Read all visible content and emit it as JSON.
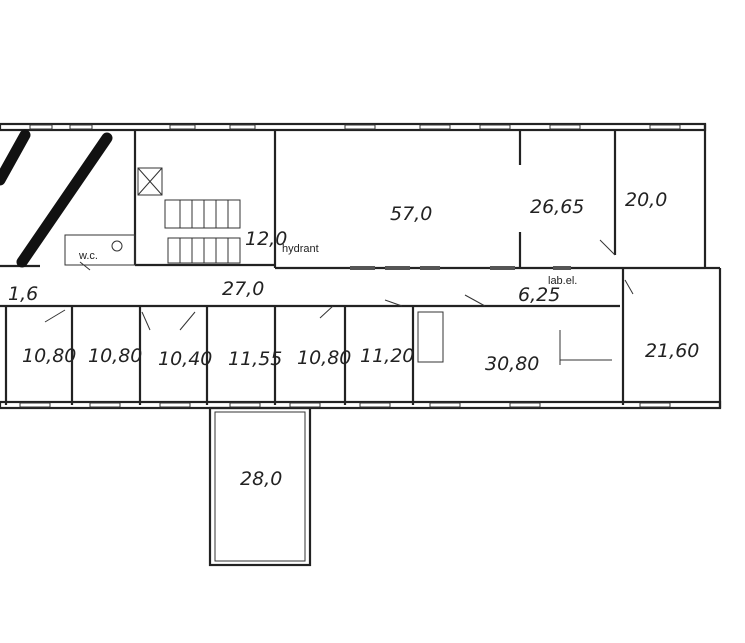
{
  "floor_plan": {
    "upper_rooms": [
      {
        "id": "room-57",
        "area": "57,0"
      },
      {
        "id": "room-26",
        "area": "26,65"
      },
      {
        "id": "room-20",
        "area": "20,0"
      }
    ],
    "stair_area": "12,0",
    "hydrant_label": "hydrant",
    "wc_label": "w.c.",
    "corridor_area": "27,0",
    "small_room_area": "1,6",
    "lab_label": "lab.el.",
    "lab_corridor_area": "6,25",
    "lower_rooms": [
      {
        "area": "10,80"
      },
      {
        "area": "10,80"
      },
      {
        "area": "10,40"
      },
      {
        "area": "11,55"
      },
      {
        "area": "10,80"
      },
      {
        "area": "11,20"
      },
      {
        "area": "30,80"
      },
      {
        "area": "21,60"
      }
    ],
    "wing_room_area": "28,0"
  }
}
